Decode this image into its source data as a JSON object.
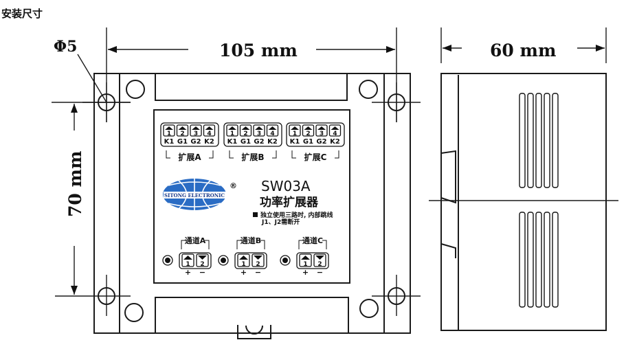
{
  "title": "安装尺寸",
  "dimensions": {
    "hole": "Φ5",
    "width": "105 mm",
    "height": "70 mm",
    "depth": "60 mm"
  },
  "terminal_groups": [
    {
      "label": "扩展A",
      "pins": [
        "1",
        "2",
        "3",
        "4"
      ],
      "names": [
        "K1",
        "G1",
        "G2",
        "K2"
      ]
    },
    {
      "label": "扩展B",
      "pins": [
        "1",
        "2",
        "3",
        "4"
      ],
      "names": [
        "K1",
        "G1",
        "G2",
        "K2"
      ]
    },
    {
      "label": "扩展C",
      "pins": [
        "1",
        "2",
        "3",
        "4"
      ],
      "names": [
        "K1",
        "G1",
        "G2",
        "K2"
      ]
    }
  ],
  "brand": {
    "logo_text": "SITONG  ELECTRONIC",
    "registered": "®",
    "model": "SW03A",
    "product": "功率扩展器",
    "note_line1": "独立使用三路时, 内部跳线",
    "note_line2": "J1、J2需断开",
    "logo_color": "#2a6cc4"
  },
  "channels": [
    {
      "label": "通道A",
      "pins": [
        "1",
        "2"
      ],
      "polarity": [
        "+",
        "−"
      ]
    },
    {
      "label": "通道B",
      "pins": [
        "1",
        "2"
      ],
      "polarity": [
        "+",
        "−"
      ]
    },
    {
      "label": "通道C",
      "pins": [
        "1",
        "2"
      ],
      "polarity": [
        "+",
        "−"
      ]
    }
  ]
}
